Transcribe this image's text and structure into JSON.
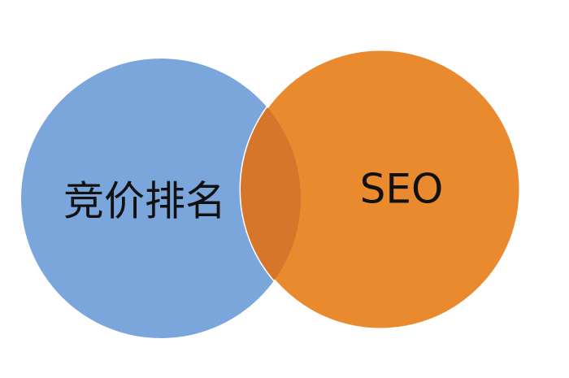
{
  "diagram": {
    "type": "venn",
    "sets": [
      {
        "label": "竞价排名",
        "color": "#7ba6db"
      },
      {
        "label": "SEO",
        "color": "#e98a2f"
      }
    ],
    "overlap_color": "#d6762b",
    "background": "#ffffff"
  }
}
